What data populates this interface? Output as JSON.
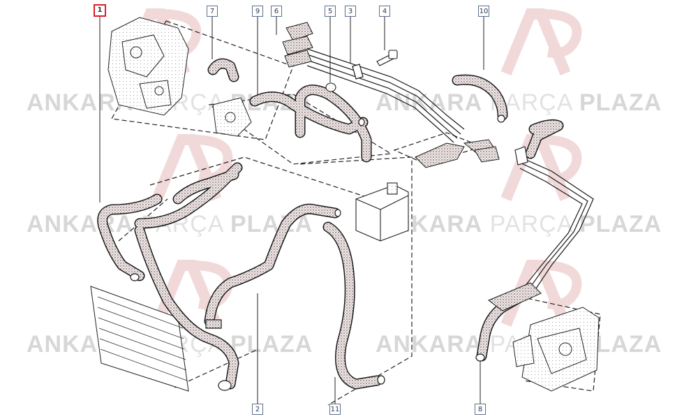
{
  "watermark": {
    "part1": "ANKARA",
    "part2": "PARÇA",
    "part3": "PLAZA"
  },
  "callouts": [
    {
      "id": "c1",
      "label": "1",
      "highlight": true
    },
    {
      "id": "c7",
      "label": "7"
    },
    {
      "id": "c9",
      "label": "9"
    },
    {
      "id": "c6",
      "label": "6"
    },
    {
      "id": "c5",
      "label": "5"
    },
    {
      "id": "c3",
      "label": "3"
    },
    {
      "id": "c4",
      "label": "4"
    },
    {
      "id": "c10",
      "label": "10"
    },
    {
      "id": "c2",
      "label": "2"
    },
    {
      "id": "c11",
      "label": "11"
    },
    {
      "id": "c8",
      "label": "8"
    }
  ],
  "colors": {
    "hose_fill": "#efe3e3",
    "line": "#1a1a1a",
    "callout_border": "#5b6f8a",
    "highlight": "#e01b24",
    "watermark": "#d7d7d7"
  }
}
